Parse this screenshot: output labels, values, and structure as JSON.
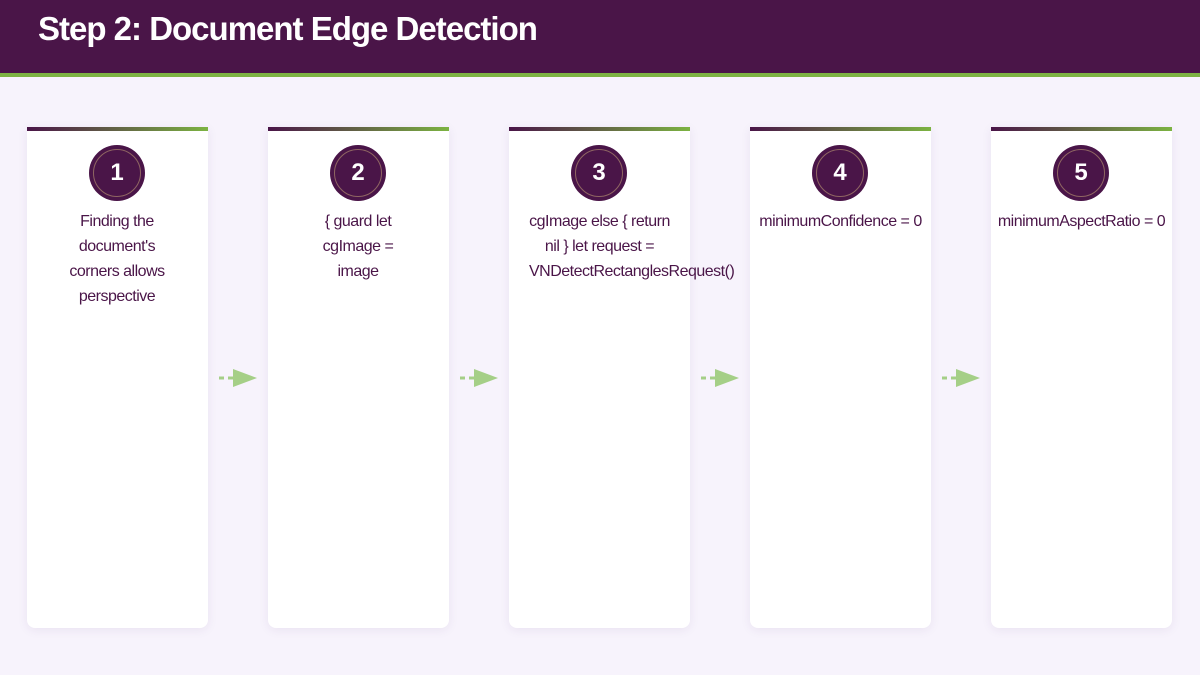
{
  "header": {
    "title": "Step 2: Document Edge Detection"
  },
  "colors": {
    "primary": "#4a1548",
    "accent": "#7cb342",
    "arrow": "#a5cf87"
  },
  "steps": [
    {
      "number": "1",
      "text": "Finding the document's corners allows perspective"
    },
    {
      "number": "2",
      "text": "{ guard let cgImage = image"
    },
    {
      "number": "3",
      "text": "cgImage else { return nil } let request = VNDetectRectanglesRequest()"
    },
    {
      "number": "4",
      "text": "minimumConfidence = 0"
    },
    {
      "number": "5",
      "text": "minimumAspectRatio = 0"
    }
  ]
}
